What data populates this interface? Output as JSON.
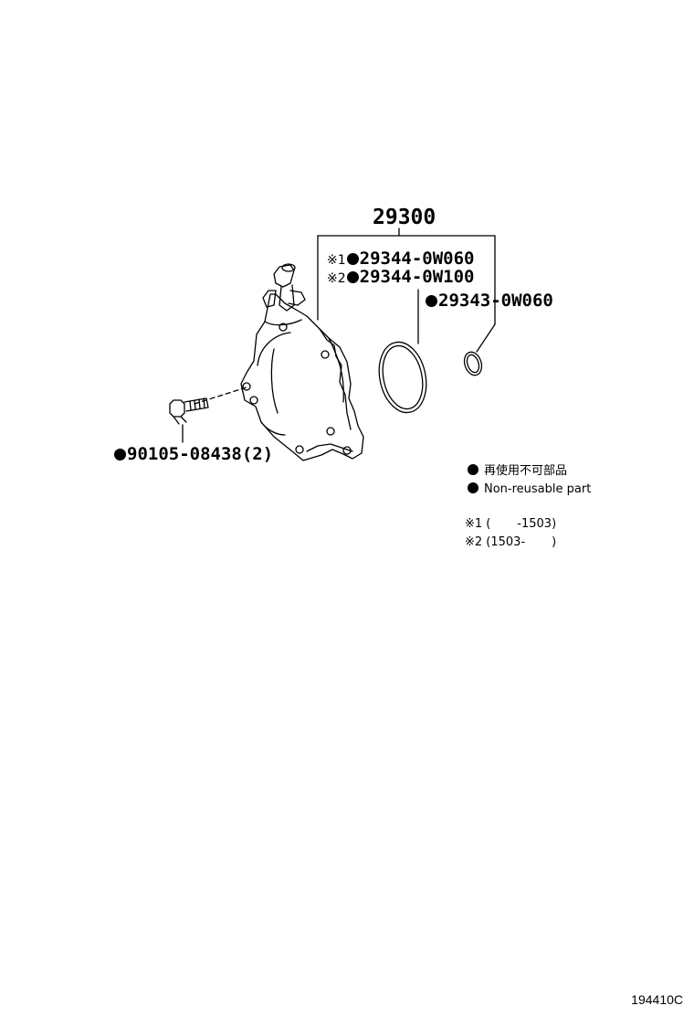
{
  "main_part": {
    "number": "29300"
  },
  "parts": [
    {
      "mark": "※1",
      "number": "29344-0W060"
    },
    {
      "mark": "※2",
      "number": "29344-0W100"
    },
    {
      "mark": "",
      "number": "29343-0W060"
    },
    {
      "mark": "",
      "number": "90105-08438(2)"
    }
  ],
  "legend": {
    "items": [
      {
        "label": "再使用不可部品"
      },
      {
        "label": "Non-reusable part"
      }
    ]
  },
  "notes": [
    {
      "text": "※1 (       -1503)"
    },
    {
      "text": "※2 (1503-       )"
    }
  ],
  "diagram_id": "194410C",
  "colors": {
    "ink": "#000000",
    "paper": "#ffffff"
  }
}
